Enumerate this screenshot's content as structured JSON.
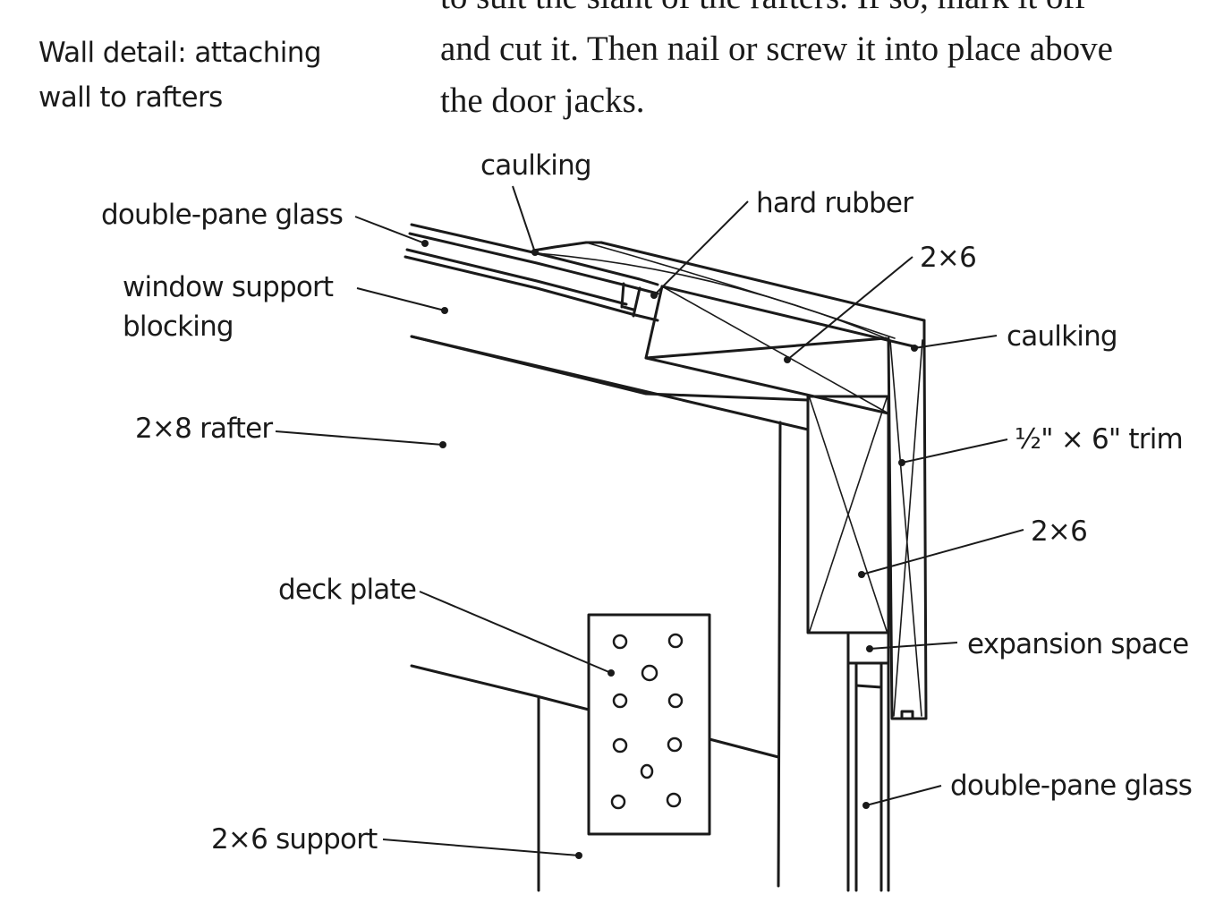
{
  "caption": {
    "line1": "Wall detail: attaching",
    "line2": "wall to rafters"
  },
  "body_text": {
    "lines": [
      "to suit the slant of the rafters. If so, mark it off",
      "and cut it. Then nail or screw it into place above",
      "the door jacks."
    ]
  },
  "diagram": {
    "labels": {
      "caulking_top": "caulking",
      "hard_rubber": "hard rubber",
      "double_pane_glass_top": "double-pane glass",
      "two_by_six_top": "2×6",
      "window_support_line1": "window support",
      "window_support_line2": "blocking",
      "caulking_right": "caulking",
      "rafter": "2×8 rafter",
      "trim": "½\" × 6\" trim",
      "two_by_six_right": "2×6",
      "deck_plate": "deck plate",
      "expansion_space": "expansion space",
      "double_pane_glass_bottom": "double-pane glass",
      "support": "2×6 support"
    }
  }
}
